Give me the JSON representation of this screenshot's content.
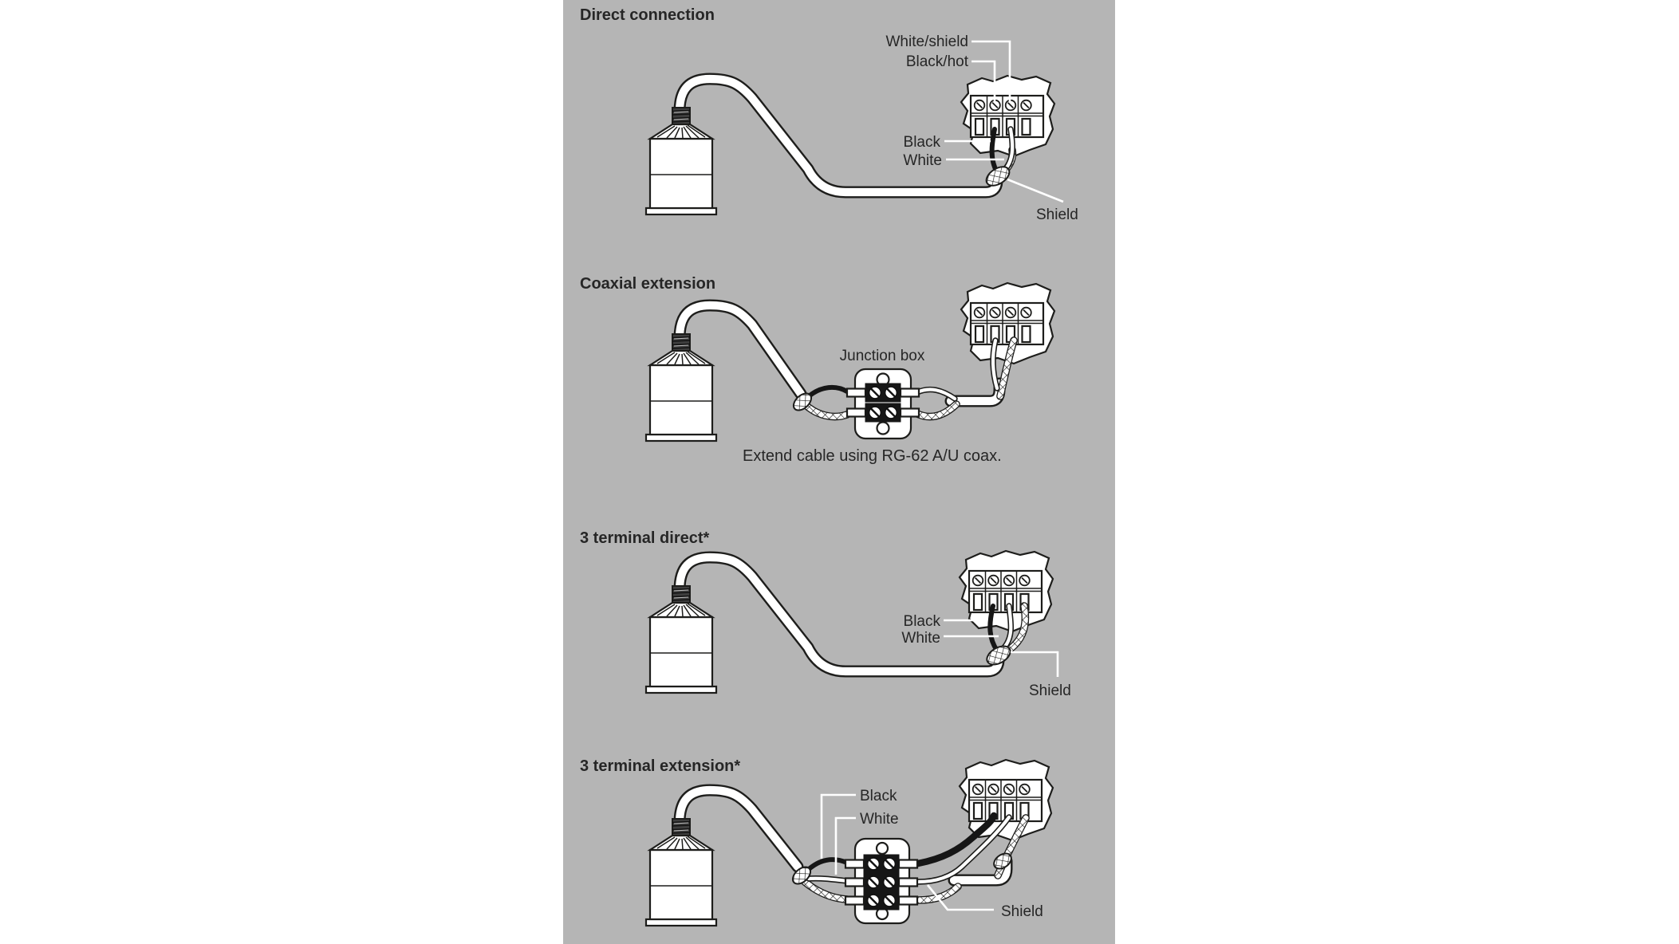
{
  "colors": {
    "panel_bg": "#b5b5b5",
    "ink": "#1d1d1b",
    "text": "#262626"
  },
  "sections": {
    "direct": {
      "title": "Direct connection",
      "labels": {
        "white_shield": "White/shield",
        "black_hot": "Black/hot",
        "black": "Black",
        "white": "White",
        "shield": "Shield"
      }
    },
    "coax": {
      "title": "Coaxial extension",
      "junction_box": "Junction box",
      "caption": "Extend cable using RG-62 A/U coax."
    },
    "direct3": {
      "title": "3 terminal direct*",
      "labels": {
        "black": "Black",
        "white": "White",
        "shield": "Shield"
      }
    },
    "ext3": {
      "title": "3 terminal extension*",
      "labels": {
        "black": "Black",
        "white": "White",
        "shield": "Shield"
      }
    }
  }
}
